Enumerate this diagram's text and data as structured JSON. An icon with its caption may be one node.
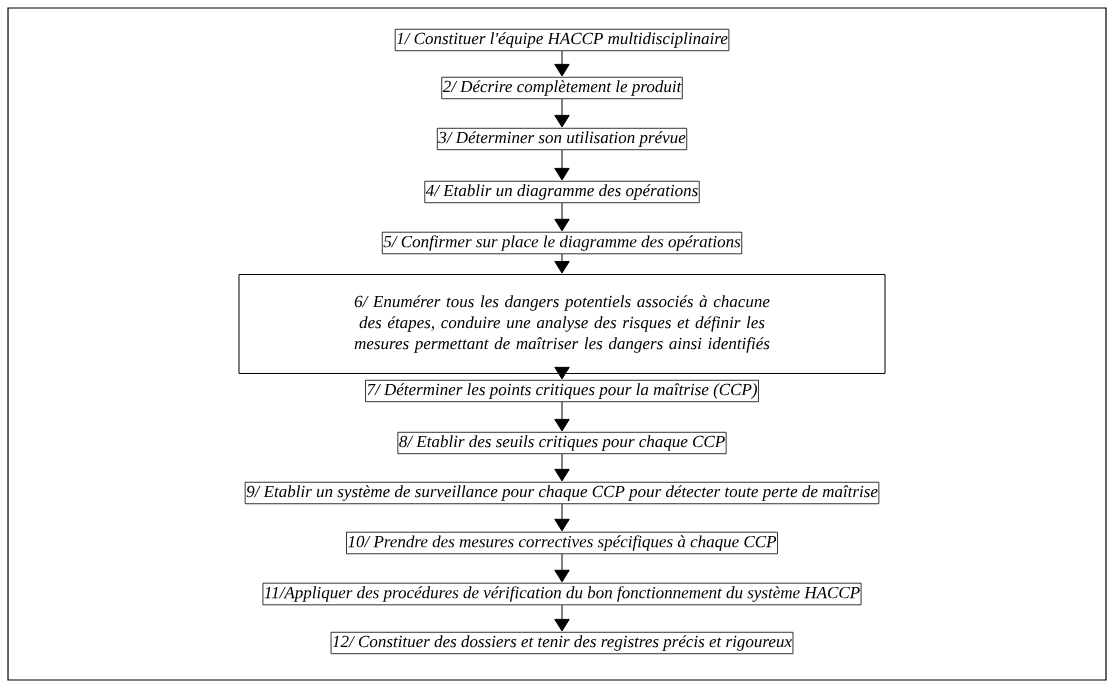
{
  "diagram": {
    "nodes": [
      {
        "text": [
          "1/ Constituer l'équipe HACCP multidisciplinaire"
        ]
      },
      {
        "text": [
          "2/ Décrire complètement le produit"
        ]
      },
      {
        "text": [
          "3/ Déterminer son utilisation prévue"
        ]
      },
      {
        "text": [
          "4/ Etablir un diagramme des opérations"
        ]
      },
      {
        "text": [
          "5/ Confirmer sur place le diagramme des opérations"
        ]
      },
      {
        "text": [
          "6/ Enumérer tous les dangers potentiels associés à chacune des étapes, conduire une analyse des risques et définir les mesures permettant de maîtriser les dangers ainsi identifiés"
        ]
      },
      {
        "text": [
          "7/ Déterminer les points critiques pour la maîtrise (CCP)"
        ]
      },
      {
        "text": [
          "8/ Etablir des seuils critiques pour chaque CCP"
        ]
      },
      {
        "text": [
          "9/ Etablir un système de surveillance pour chaque CCP pour détecter toute perte de maîtrise"
        ]
      },
      {
        "text": [
          "10/ Prendre des mesures correctives spécifiques à chaque CCP"
        ]
      },
      {
        "text": [
          "11/Appliquer des procédures de vérification du bon fonctionnement du système HACCP"
        ]
      },
      {
        "text": [
          "12/ Constituer des dossiers et tenir des registres précis et rigoureux"
        ]
      }
    ],
    "edges": [
      {
        "from": 0,
        "to": 1,
        "arrow": "to"
      },
      {
        "from": 1,
        "to": 2,
        "arrow": "to"
      },
      {
        "from": 2,
        "to": 3,
        "arrow": "to"
      },
      {
        "from": 3,
        "to": 4,
        "arrow": "to"
      },
      {
        "from": 4,
        "to": 5,
        "arrow": "to"
      },
      {
        "from": 5,
        "to": 6,
        "arrow": "to"
      },
      {
        "from": 6,
        "to": 7,
        "arrow": "to"
      },
      {
        "from": 7,
        "to": 8,
        "arrow": "to"
      },
      {
        "from": 8,
        "to": 9,
        "arrow": "to"
      },
      {
        "from": 9,
        "to": 10,
        "arrow": "to"
      },
      {
        "from": 10,
        "to": 11,
        "arrow": "to"
      }
    ]
  }
}
